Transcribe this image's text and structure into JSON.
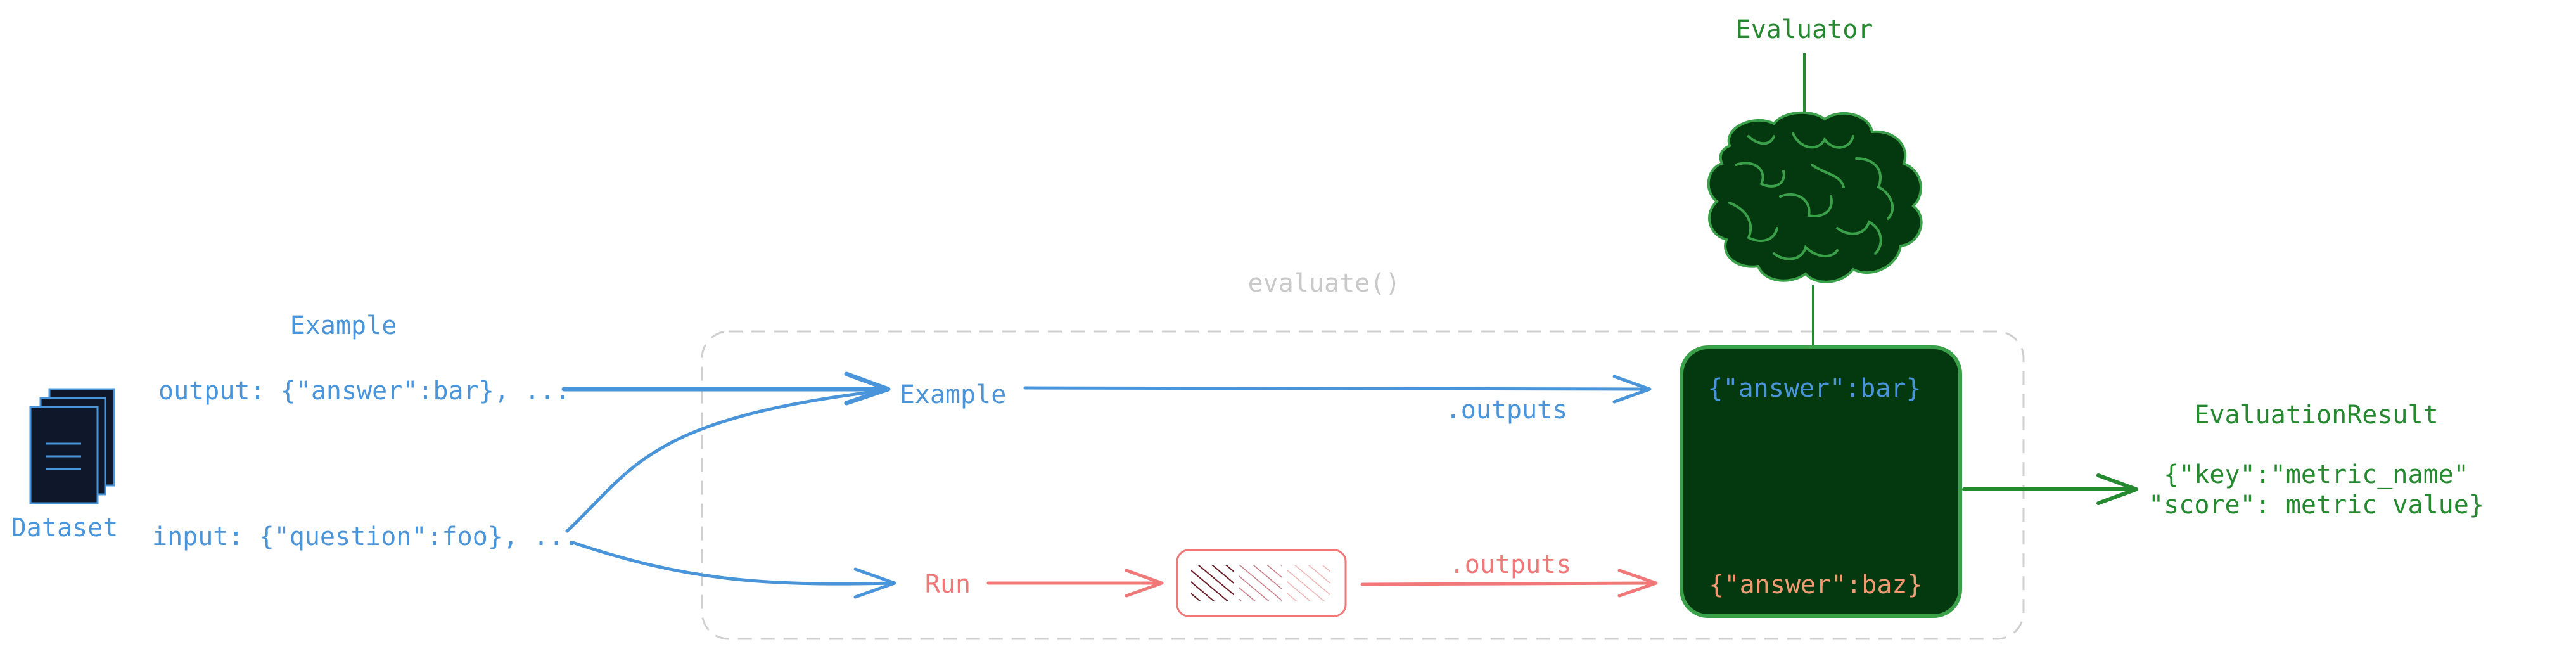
{
  "colors": {
    "blue": "#4a95d9",
    "red": "#f07878",
    "green": "#25892f",
    "dark_green": "#04380f",
    "gray": "#c9c9c9",
    "dataset_fill": "#0f172a"
  },
  "icons": {
    "dataset": "document-stack-icon",
    "evaluator": "brain-icon",
    "model": "hatched-box-icon"
  },
  "dataset": {
    "label": "Dataset",
    "example_title": "Example",
    "output_text": "output: {\"answer\":bar}, ...",
    "input_text": "input: {\"question\":foo}, ..."
  },
  "evaluate": {
    "title": "evaluate()",
    "example_label": "Example",
    "run_label": "Run",
    "example_outputs": ".outputs",
    "run_outputs": ".outputs"
  },
  "evaluator": {
    "title": "Evaluator",
    "reference_value": "{\"answer\":bar}",
    "prediction_value": "{\"answer\":baz}"
  },
  "result": {
    "title": "EvaluationResult",
    "line1": "{\"key\":\"metric_name\"",
    "line2": "\"score\": metric value}"
  }
}
